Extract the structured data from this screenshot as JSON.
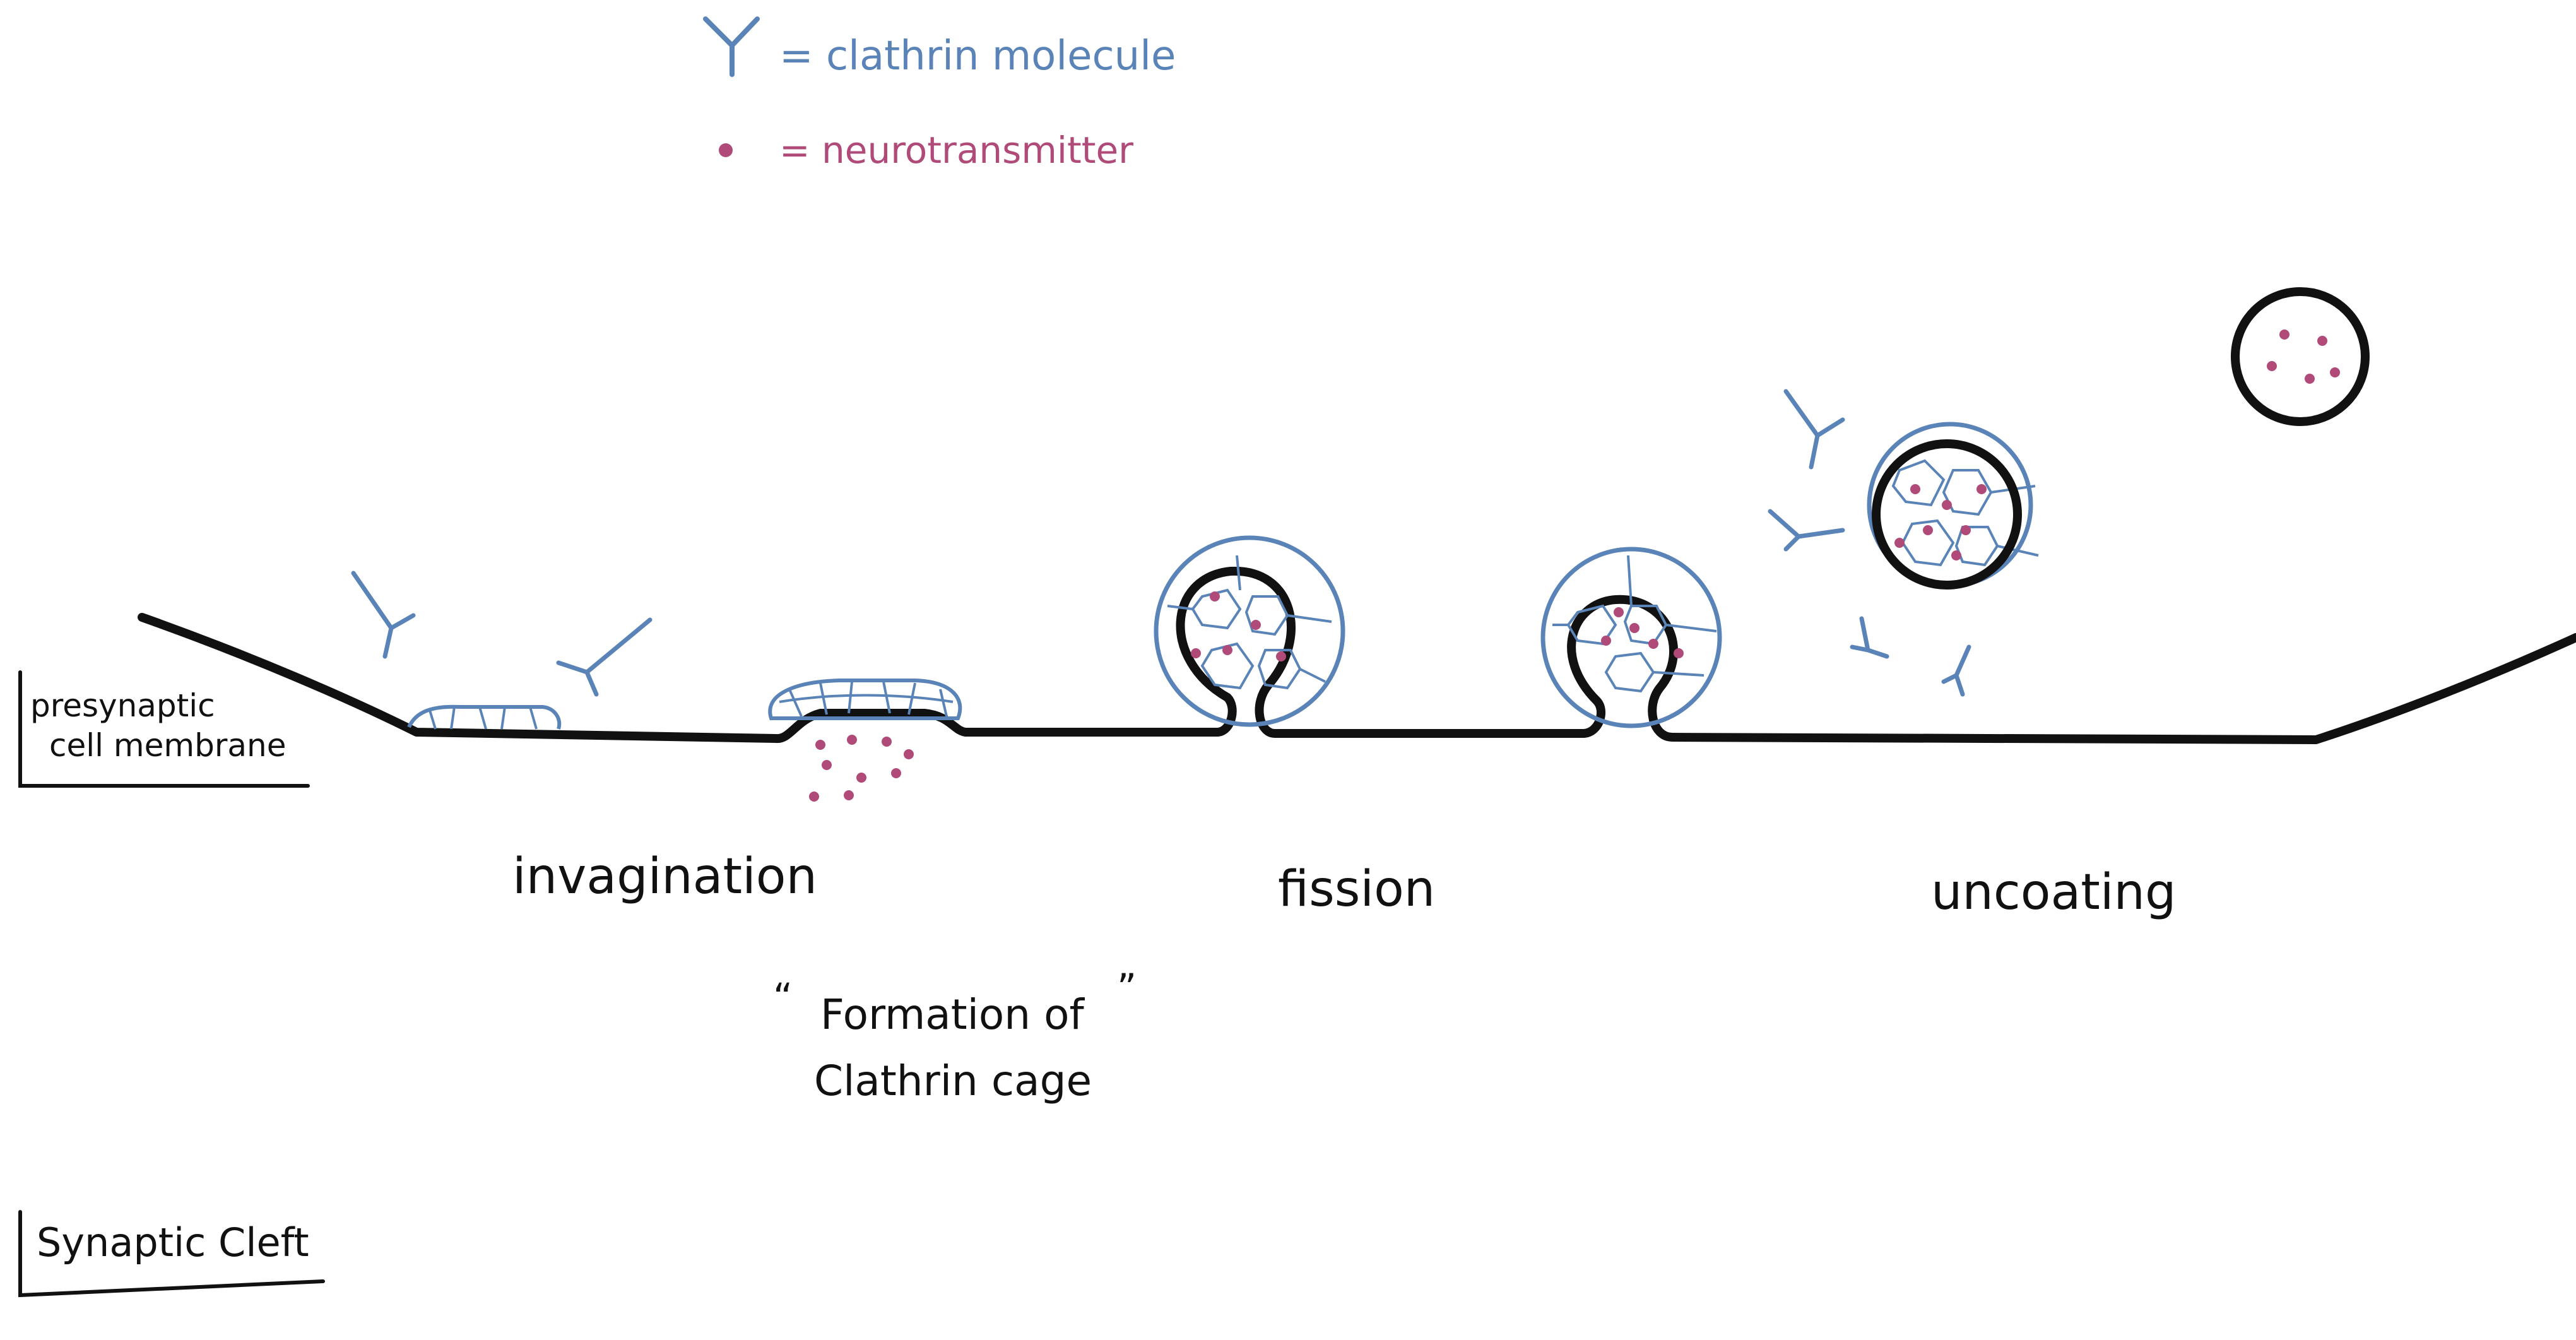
{
  "legend": {
    "clathrin_label": "= clathrin molecule",
    "neurotransmitter_label": "= neurotransmitter"
  },
  "labels": {
    "presynaptic_line1": "presynaptic",
    "presynaptic_line2": "cell membrane",
    "synaptic_cleft": "Synaptic Cleft",
    "invagination": "invagination",
    "formation_line1": "Formation of",
    "formation_line2": "Clathrin cage",
    "formation_quote_open": "“",
    "formation_quote_close": "”",
    "fission": "fission",
    "uncoating": "uncoating"
  },
  "colors": {
    "membrane": "#111111",
    "clathrin": "#5a84b8",
    "neurotransmitter": "#b04a78",
    "background": "#ffffff"
  }
}
